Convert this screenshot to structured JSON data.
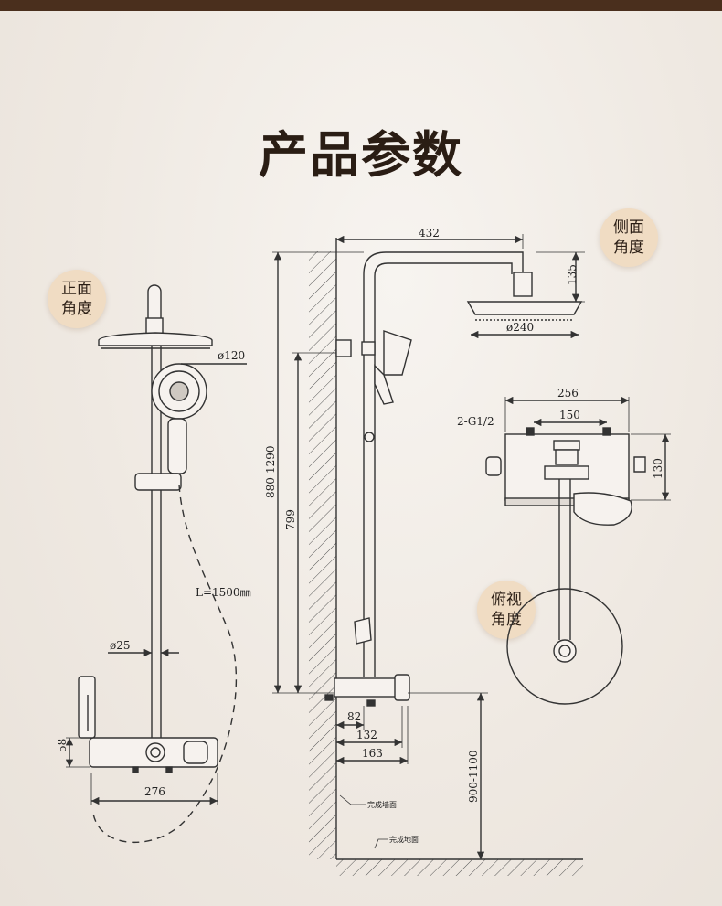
{
  "title": "产品参数",
  "badges": {
    "front": "正面角度",
    "side": "侧面角度",
    "top": "俯视角度"
  },
  "front_view": {
    "head_diameter": "ø120",
    "hose_length": "L=1500㎜",
    "bar_diameter": "ø25",
    "panel_height": "58",
    "inlet_spacing": "276"
  },
  "side_view": {
    "arm_length": "432",
    "head_drop": "135",
    "head_diameter": "ø240",
    "total_height": "880-1290",
    "bar_height": "799",
    "dim_82": "82",
    "dim_132": "132",
    "dim_163": "163",
    "mount_height": "900-1100",
    "wall_label": "完成墙面",
    "floor_label": "完成地面"
  },
  "top_view": {
    "width": "256",
    "inlet_spacing": "150",
    "thread": "2-G1/2",
    "depth": "130"
  },
  "colors": {
    "header_bar": "#4a2f1d",
    "badge": "#f0dcc3",
    "line": "#333333"
  }
}
